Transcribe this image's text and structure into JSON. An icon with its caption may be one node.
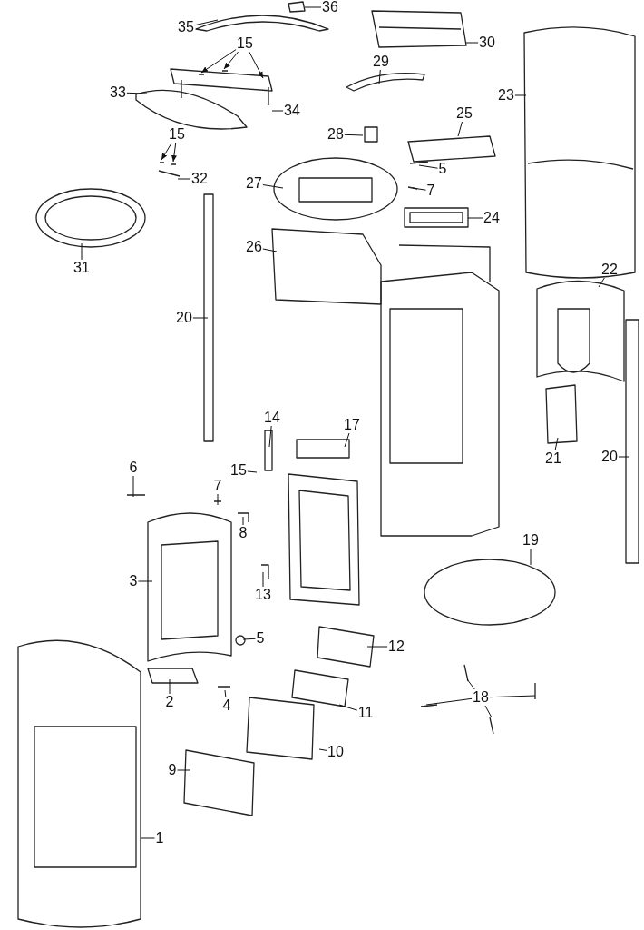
{
  "diagram": {
    "nodes": [
      {
        "text": [
          "36"
        ]
      },
      {
        "text": [
          "35"
        ]
      },
      {
        "text": [
          "15"
        ]
      },
      {
        "text": [
          "30"
        ]
      },
      {
        "text": [
          "29"
        ]
      },
      {
        "text": [
          "23"
        ]
      },
      {
        "text": [
          "33"
        ]
      },
      {
        "text": [
          "34"
        ]
      },
      {
        "text": [
          "25"
        ]
      },
      {
        "text": [
          "28"
        ]
      },
      {
        "text": [
          "15"
        ]
      },
      {
        "text": [
          "5"
        ]
      },
      {
        "text": [
          "32"
        ]
      },
      {
        "text": [
          "27"
        ]
      },
      {
        "text": [
          "7"
        ]
      },
      {
        "text": [
          "24"
        ]
      },
      {
        "text": [
          "26"
        ]
      },
      {
        "text": [
          "31"
        ]
      },
      {
        "text": [
          "22"
        ]
      },
      {
        "text": [
          "20"
        ]
      },
      {
        "text": [
          "14"
        ]
      },
      {
        "text": [
          "17"
        ]
      },
      {
        "text": [
          "21"
        ]
      },
      {
        "text": [
          "20"
        ]
      },
      {
        "text": [
          "6"
        ]
      },
      {
        "text": [
          "15"
        ]
      },
      {
        "text": [
          "7"
        ]
      },
      {
        "text": [
          "3"
        ]
      },
      {
        "text": [
          "19"
        ]
      },
      {
        "text": [
          "8"
        ]
      },
      {
        "text": [
          "13"
        ]
      },
      {
        "text": [
          "5"
        ]
      },
      {
        "text": [
          "12"
        ]
      },
      {
        "text": [
          "2"
        ]
      },
      {
        "text": [
          "4"
        ]
      },
      {
        "text": [
          "18"
        ]
      },
      {
        "text": [
          "11"
        ]
      },
      {
        "text": [
          "10"
        ]
      },
      {
        "text": [
          "9"
        ]
      },
      {
        "text": [
          "1"
        ]
      }
    ],
    "edges": [
      {
        "from": 0,
        "to": null,
        "arrow": "none"
      },
      {
        "from": 1,
        "to": null,
        "arrow": "none"
      },
      {
        "from": 2,
        "to": null,
        "arrow": "to"
      },
      {
        "from": 2,
        "to": null,
        "arrow": "to"
      },
      {
        "from": 2,
        "to": null,
        "arrow": "to"
      },
      {
        "from": 3,
        "to": null,
        "arrow": "none"
      },
      {
        "from": 4,
        "to": null,
        "arrow": "none"
      },
      {
        "from": 5,
        "to": null,
        "arrow": "none"
      },
      {
        "from": 6,
        "to": null,
        "arrow": "none"
      },
      {
        "from": 7,
        "to": null,
        "arrow": "none"
      },
      {
        "from": 8,
        "to": null,
        "arrow": "none"
      },
      {
        "from": 9,
        "to": null,
        "arrow": "none"
      },
      {
        "from": 10,
        "to": null,
        "arrow": "to"
      },
      {
        "from": 10,
        "to": null,
        "arrow": "to"
      },
      {
        "from": 11,
        "to": null,
        "arrow": "none"
      },
      {
        "from": 12,
        "to": null,
        "arrow": "none"
      },
      {
        "from": 13,
        "to": null,
        "arrow": "none"
      },
      {
        "from": 14,
        "to": null,
        "arrow": "none"
      },
      {
        "from": 15,
        "to": null,
        "arrow": "none"
      },
      {
        "from": 16,
        "to": null,
        "arrow": "none"
      },
      {
        "from": 17,
        "to": null,
        "arrow": "none"
      },
      {
        "from": 18,
        "to": null,
        "arrow": "none"
      },
      {
        "from": 19,
        "to": null,
        "arrow": "none"
      },
      {
        "from": 20,
        "to": null,
        "arrow": "none"
      },
      {
        "from": 21,
        "to": null,
        "arrow": "none"
      },
      {
        "from": 22,
        "to": null,
        "arrow": "none"
      },
      {
        "from": 23,
        "to": null,
        "arrow": "none"
      },
      {
        "from": 24,
        "to": null,
        "arrow": "none"
      },
      {
        "from": 25,
        "to": null,
        "arrow": "none"
      },
      {
        "from": 26,
        "to": null,
        "arrow": "none"
      },
      {
        "from": 27,
        "to": null,
        "arrow": "none"
      },
      {
        "from": 28,
        "to": null,
        "arrow": "none"
      },
      {
        "from": 29,
        "to": null,
        "arrow": "none"
      },
      {
        "from": 30,
        "to": null,
        "arrow": "none"
      },
      {
        "from": 31,
        "to": null,
        "arrow": "none"
      },
      {
        "from": 32,
        "to": null,
        "arrow": "none"
      },
      {
        "from": 33,
        "to": null,
        "arrow": "none"
      },
      {
        "from": 34,
        "to": null,
        "arrow": "none"
      },
      {
        "from": 35,
        "to": null,
        "arrow": "none"
      },
      {
        "from": 35,
        "to": null,
        "arrow": "none"
      },
      {
        "from": 35,
        "to": null,
        "arrow": "none"
      },
      {
        "from": 35,
        "to": null,
        "arrow": "none"
      },
      {
        "from": 36,
        "to": null,
        "arrow": "none"
      },
      {
        "from": 37,
        "to": null,
        "arrow": "none"
      },
      {
        "from": 38,
        "to": null,
        "arrow": "none"
      },
      {
        "from": 39,
        "to": null,
        "arrow": "none"
      }
    ]
  }
}
